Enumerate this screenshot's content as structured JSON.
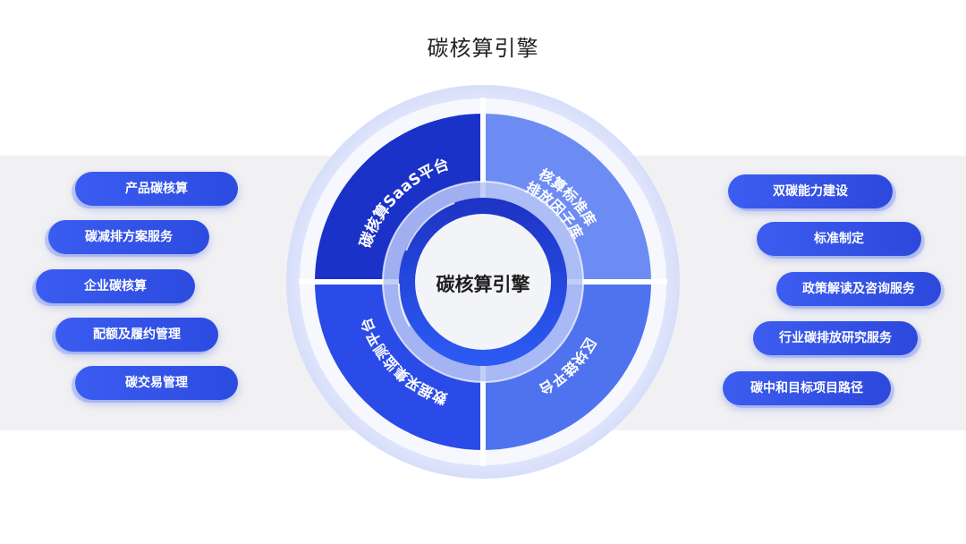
{
  "title": "碳核算引擎",
  "center_label": "碳核算引擎",
  "quadrants": [
    {
      "id": "tl",
      "label": "碳核算SaaS平台",
      "color": "#1a32c8"
    },
    {
      "id": "tr",
      "label_line1": "核算标准库",
      "label_line2": "排放因子库",
      "color": "#6d8cf3"
    },
    {
      "id": "bl",
      "label": "数据采集监测平台",
      "color": "#2a4be8"
    },
    {
      "id": "br",
      "label": "区块链平台",
      "color": "#4f73ef"
    }
  ],
  "left_items": [
    {
      "label": "产品碳核算"
    },
    {
      "label": "碳减排方案服务"
    },
    {
      "label": "企业碳核算"
    },
    {
      "label": "配额及履约管理"
    },
    {
      "label": "碳交易管理"
    }
  ],
  "right_items": [
    {
      "label": "双碳能力建设"
    },
    {
      "label": "标准制定"
    },
    {
      "label": "政策解读及咨询服务"
    },
    {
      "label": "行业碳排放研究服务"
    },
    {
      "label": "碳中和目标项目路径"
    }
  ]
}
